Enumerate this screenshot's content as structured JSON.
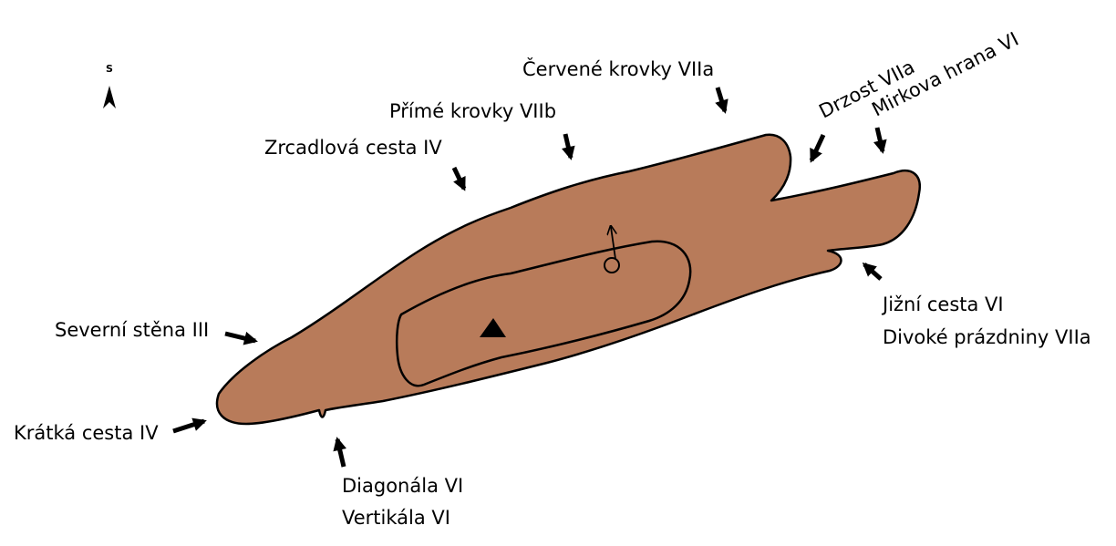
{
  "north": {
    "letter": "S"
  },
  "colors": {
    "rock_fill": "#b87b5a",
    "outline": "#000000",
    "background": "#ffffff"
  },
  "symbols": {
    "summit": "triangle",
    "descent": "ring-with-arrow"
  },
  "routes": [
    {
      "id": "zrcadlova",
      "text": "Zrcadlová cesta  IV"
    },
    {
      "id": "prime",
      "text": "Přímé krovky  VIIb"
    },
    {
      "id": "cervene",
      "text": "Červené krovky  VIIa"
    },
    {
      "id": "drzost",
      "text": "Drzost  VIIa"
    },
    {
      "id": "mirkova",
      "text": "Mirkova hrana  VI"
    },
    {
      "id": "jizni",
      "text": "Jižní cesta  VI"
    },
    {
      "id": "divoke",
      "text": "Divoké prázdniny  VIIa"
    },
    {
      "id": "severni",
      "text": "Severní stěna  III"
    },
    {
      "id": "kratka",
      "text": "Krátká cesta  IV"
    },
    {
      "id": "diagonala",
      "text": "Diagonála  VI"
    },
    {
      "id": "vertikala",
      "text": "Vertikála  VI"
    }
  ]
}
